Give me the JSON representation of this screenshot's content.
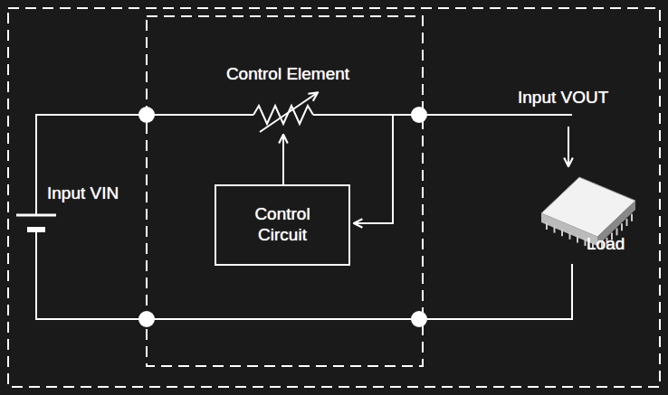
{
  "diagram": {
    "nodes": [
      {
        "text": [
          "Control Circuit"
        ]
      }
    ],
    "labels": [
      "Control Element",
      "Input VIN",
      "Input VOUT",
      "Load"
    ]
  }
}
